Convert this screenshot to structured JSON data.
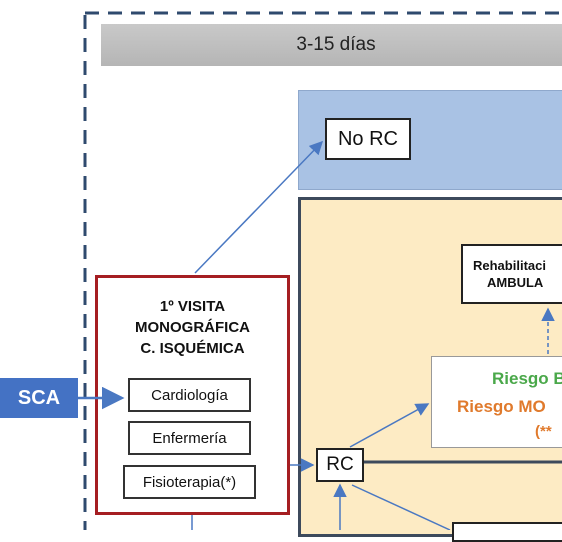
{
  "header": {
    "title": "3-15 días"
  },
  "nodes": {
    "no_rc": "No RC",
    "visit_title_l1": "1º VISITA",
    "visit_title_l2": "MONOGRÁFICA",
    "visit_title_l3": "C. ISQUÉMICA",
    "cardiologia": "Cardiología",
    "enfermeria": "Enfermería",
    "fisioterapia": "Fisioterapia(*)",
    "sca": "SCA",
    "rc": "RC",
    "rehab_l1": "Rehabilitaci",
    "rehab_l2": "AMBULA",
    "riesgo_l1": "Riesgo B",
    "riesgo_l2": "Riesgo MO",
    "riesgo_l3": "(**"
  },
  "colors": {
    "accent_blue": "#4472c4",
    "visit_border": "#a51e22",
    "low_risk": "#4aa84a",
    "moderate_risk": "#e07a2c",
    "no_rc_region": "#a9c2e4",
    "rc_region": "#fdebc4"
  }
}
